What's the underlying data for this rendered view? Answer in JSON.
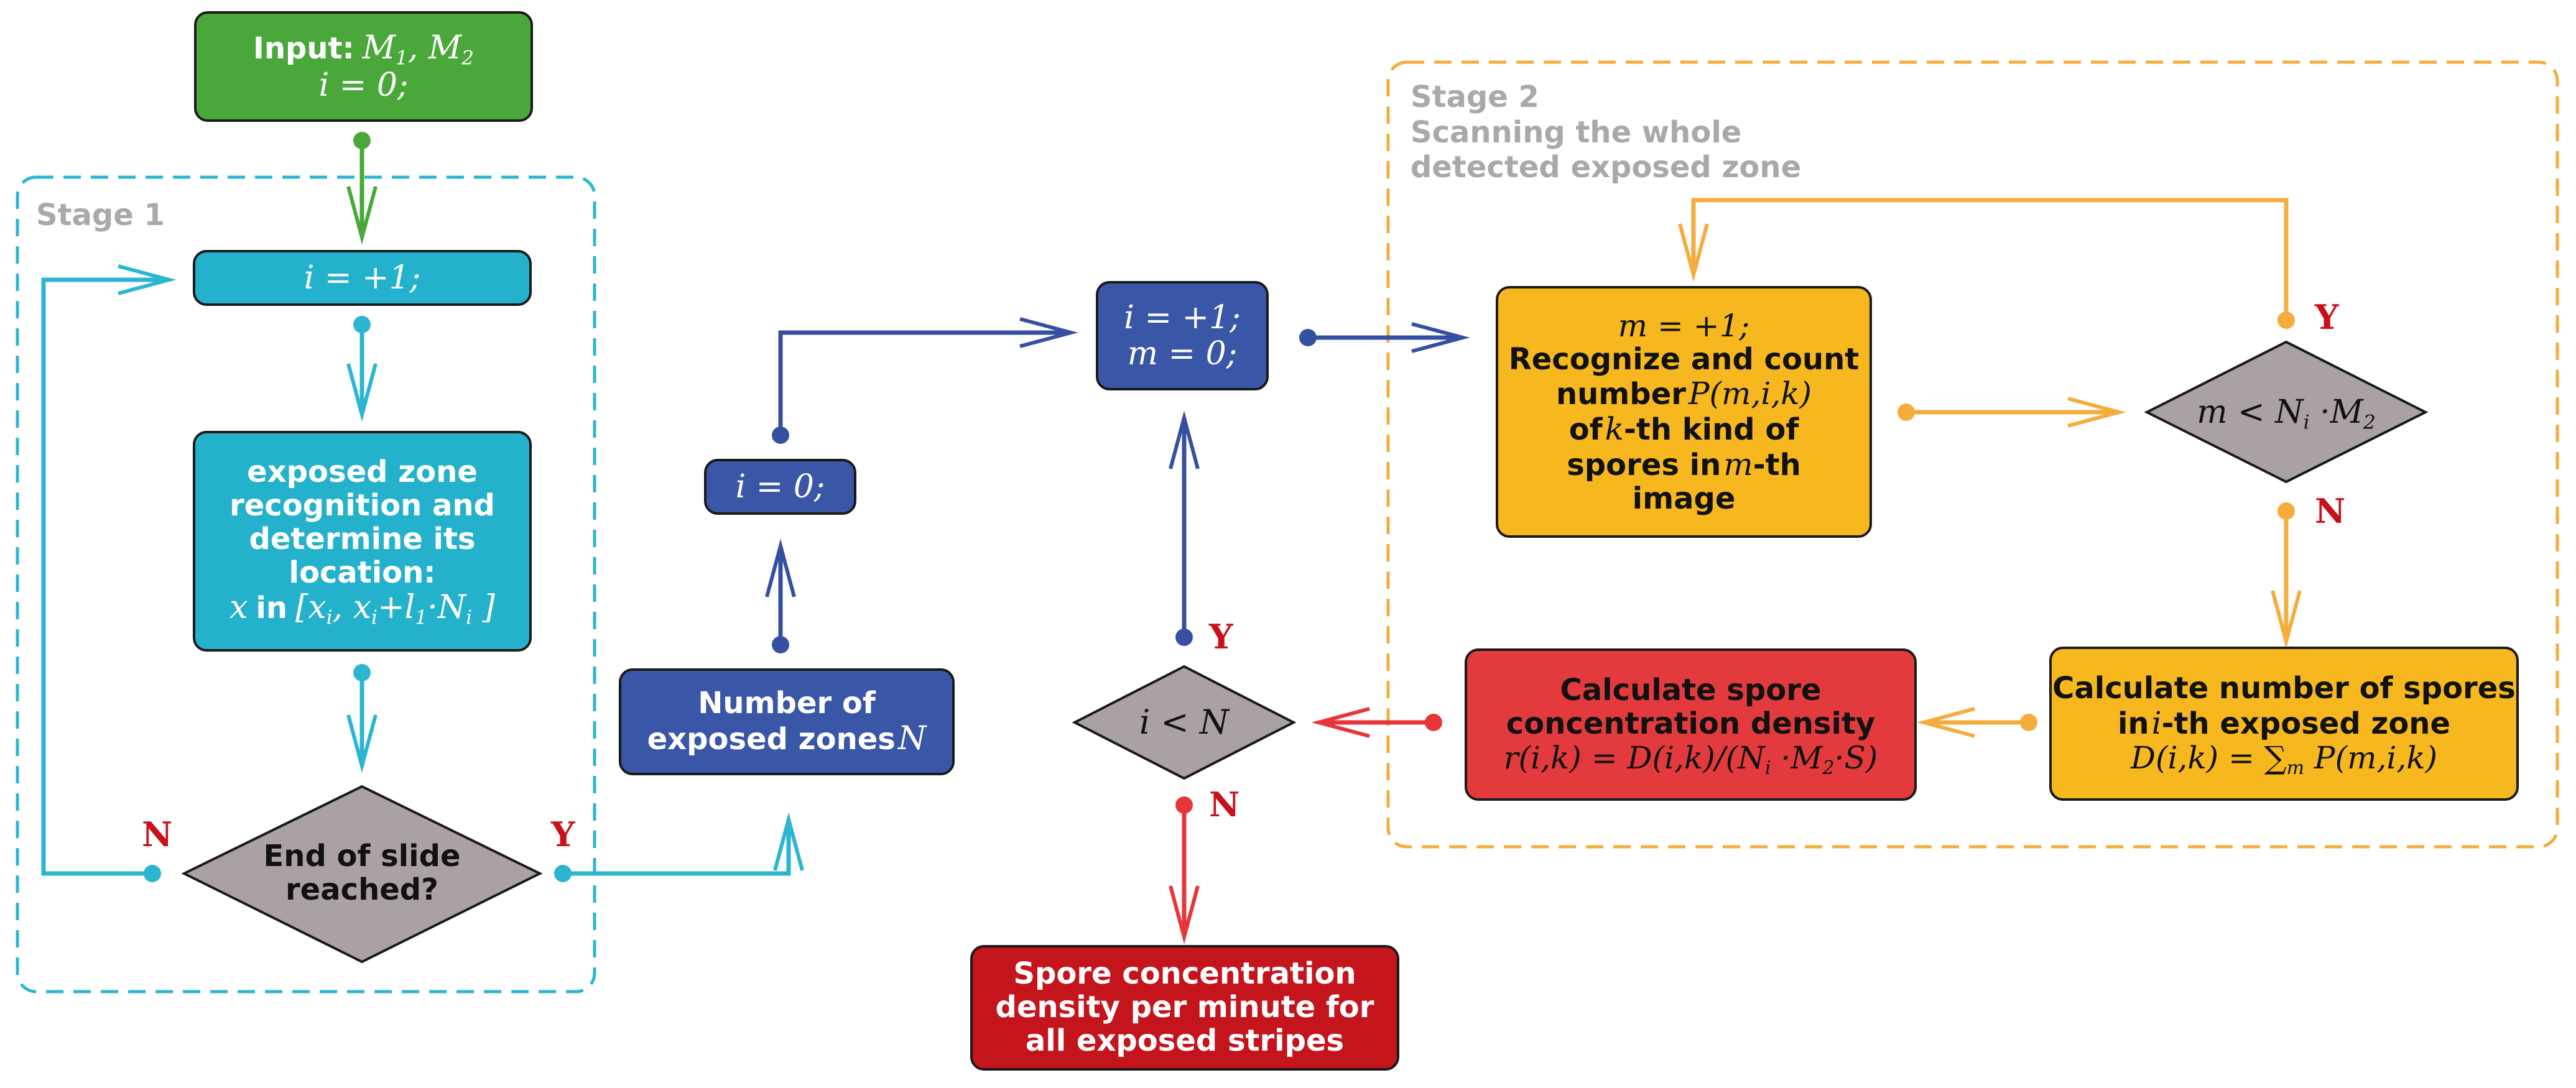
{
  "stage1": {
    "label": "Stage 1"
  },
  "stage2": {
    "label_line1": "Stage 2",
    "label_line2": "Scanning the whole",
    "label_line3": "detected exposed zone"
  },
  "input_box": {
    "title": "Input:",
    "vars": "M1, M2",
    "init": "i = 0;"
  },
  "s1_increment": {
    "text": "i = +1;"
  },
  "recognition_box": {
    "line1": "exposed zone",
    "line2": "recognition and",
    "line3": "determine its",
    "line4": "location:",
    "formula_var": "x",
    "formula_in": "in",
    "formula_range": "[xi, xi+l1·Ni ]"
  },
  "end_decision": {
    "line1": "End of slide",
    "line2": "reached?"
  },
  "count_box": {
    "line1": "Number of",
    "line2": "exposed zones",
    "var": "N"
  },
  "reset_box": {
    "text": "i = 0;"
  },
  "init_box": {
    "line1": "i = +1;",
    "line2": "m = 0;"
  },
  "recognize_box": {
    "line1": "m = +1;",
    "line2": "Recognize and count",
    "line3a": "number",
    "line3b": "P(m,i,k)",
    "line4a": "of",
    "line4b": "k",
    "line4c": "-th kind of",
    "line5a": "spores in",
    "line5b": "m",
    "line5c": "-th",
    "line6": "image"
  },
  "m_decision": {
    "text": "m < Ni ·M2"
  },
  "zone_count_box": {
    "line1": "Calculate number of spores",
    "line2a": "in",
    "line2b": "i",
    "line2c": "-th exposed zone",
    "formula": "D(i,k) = ∑m P(m,i,k)"
  },
  "density_box": {
    "line1": "Calculate spore",
    "line2": "concentration density",
    "formula": "r(i,k) = D(i,k)/(Ni ·M2·S)"
  },
  "i_decision": {
    "text": "i < N"
  },
  "output_box": {
    "line1": "Spore concentration",
    "line2": "density per minute for",
    "line3": "all exposed stripes"
  },
  "branch_labels": {
    "yes": "Y",
    "no": "N"
  },
  "colors": {
    "green": "#4aa83a",
    "cyan": "#24b1cc",
    "blue": "#3a56a6",
    "orange": "#f6b81e",
    "red": "#e33b3d",
    "crimson": "#c4141c",
    "gray": "#aaa2a2",
    "cyan_line": "#2cb5d1",
    "orange_line": "#f4ad3d",
    "red_line": "#e8353a",
    "blue_line": "#3550a0",
    "green_line": "#4aa83a"
  }
}
